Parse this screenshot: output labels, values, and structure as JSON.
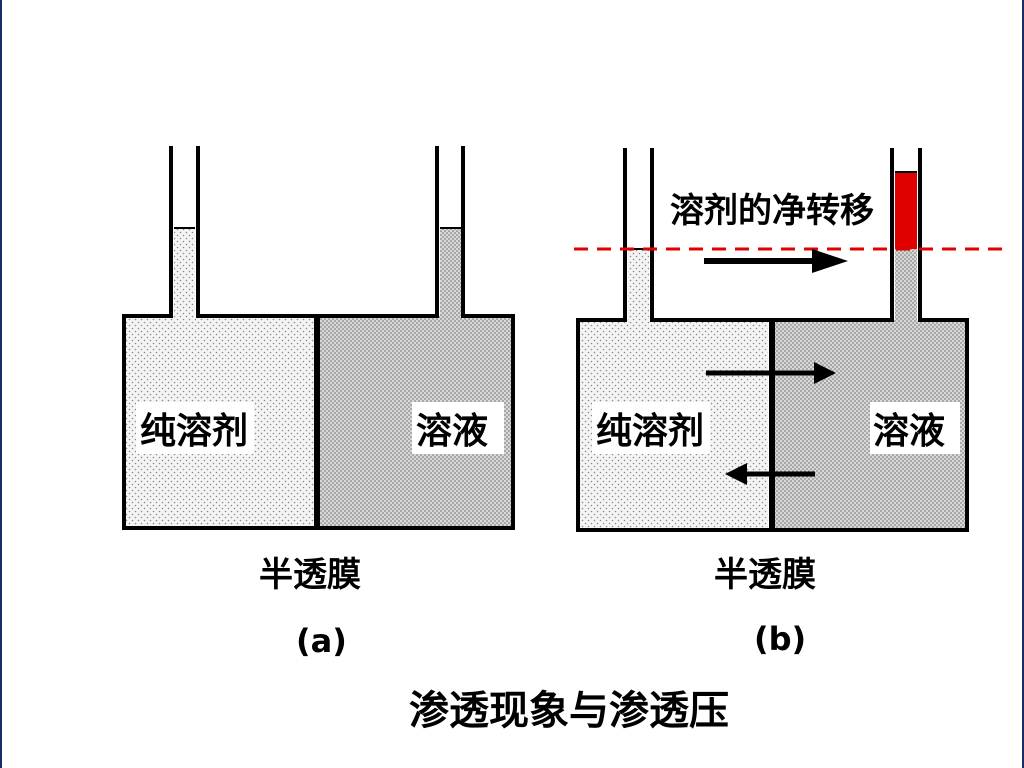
{
  "diagram_a": {
    "left_chamber_label": "纯溶剂",
    "right_chamber_label": "溶液",
    "membrane_label": "半透膜",
    "panel_label": "(a)"
  },
  "diagram_b": {
    "left_chamber_label": "纯溶剂",
    "right_chamber_label": "溶液",
    "membrane_label": "半透膜",
    "panel_label": "(b)",
    "transfer_label": "溶剂的净转移"
  },
  "caption": "渗透现象与渗透压",
  "colors": {
    "pressure_column": "#e00000",
    "dashed_level": "#e00000",
    "outline": "#000000"
  }
}
